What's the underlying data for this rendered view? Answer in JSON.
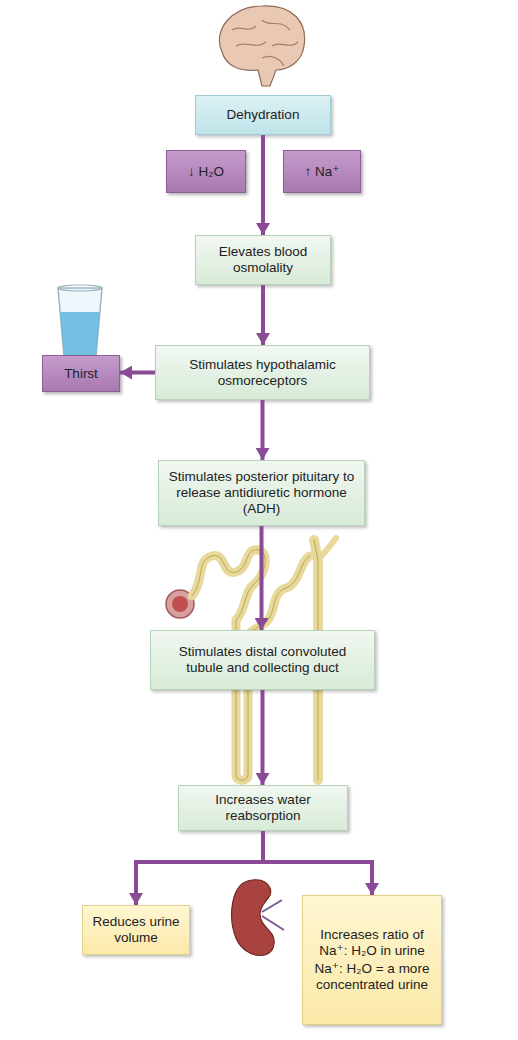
{
  "diagram": {
    "nodes": [
      {
        "text": [
          "Dehydration"
        ]
      },
      {
        "text": [
          "↓ H₂O"
        ]
      },
      {
        "text": [
          "↑ Na⁺"
        ]
      },
      {
        "text": [
          "Elevates blood osmolality"
        ]
      },
      {
        "text": [
          "Thirst"
        ]
      },
      {
        "text": [
          "Stimulates hypothalamic osmoreceptors"
        ]
      },
      {
        "text": [
          "Stimulates posterior pituitary to release antidiuretic hormone (ADH)"
        ]
      },
      {
        "text": [
          "Stimulates distal convoluted tubule and collecting duct"
        ]
      },
      {
        "text": [
          "Increases water reabsorption"
        ]
      },
      {
        "text": [
          "Reduces urine volume"
        ]
      },
      {
        "text": [
          "Increases ratio of Na⁺: H₂O in urine",
          "Na⁺: H₂O = a more concentrated urine"
        ]
      }
    ],
    "edges": [
      {
        "from": 0,
        "to": 3,
        "arrow": "to"
      },
      {
        "from": 3,
        "to": 5,
        "arrow": "to"
      },
      {
        "from": 5,
        "to": 4,
        "arrow": "to"
      },
      {
        "from": 5,
        "to": 6,
        "arrow": "to"
      },
      {
        "from": 6,
        "to": 7,
        "arrow": "to"
      },
      {
        "from": 7,
        "to": 8,
        "arrow": "to"
      },
      {
        "from": 8,
        "to": 9,
        "arrow": "to"
      },
      {
        "from": 8,
        "to": 10,
        "arrow": "to"
      }
    ]
  }
}
